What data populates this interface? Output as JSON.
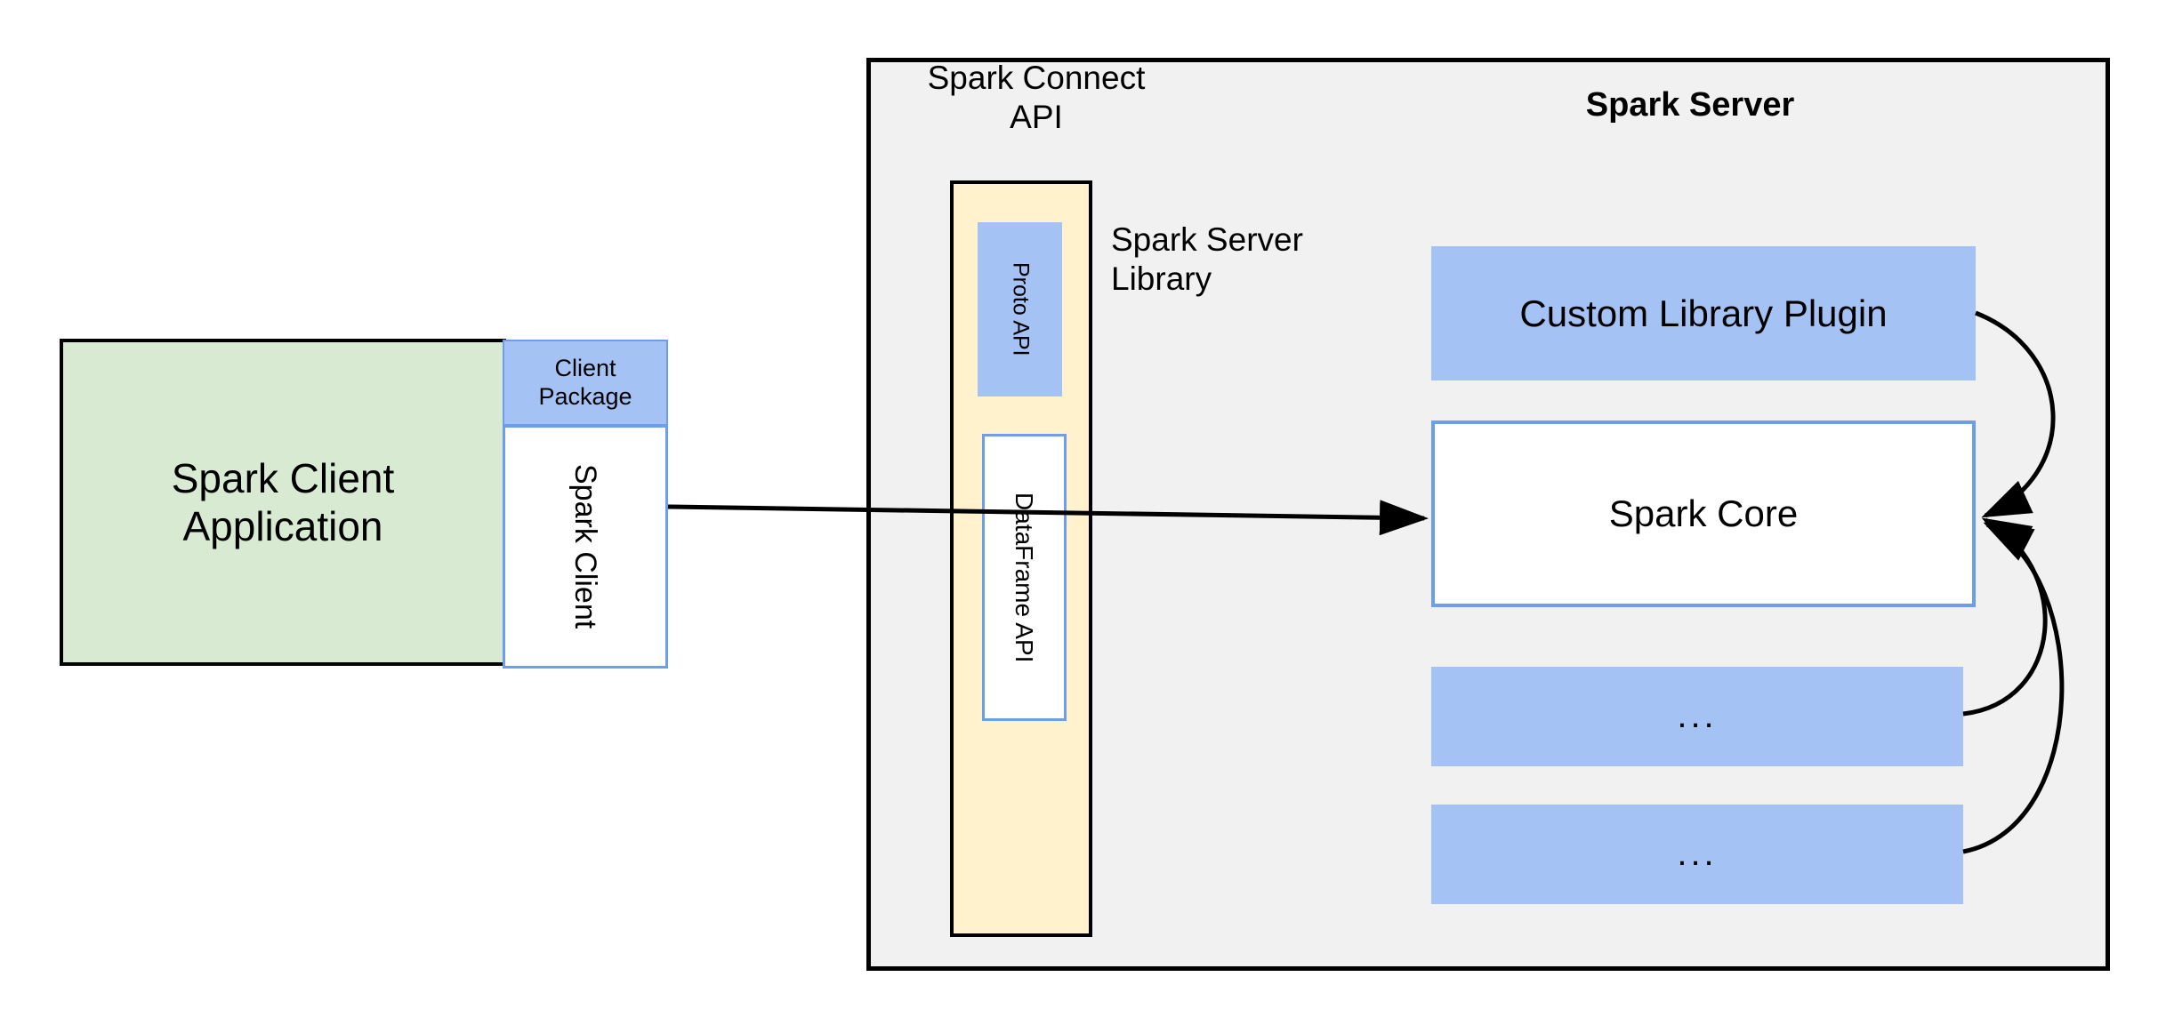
{
  "diagram": {
    "title": "Spark Connect architecture",
    "colors": {
      "client_app_fill": "#D9EAD3",
      "blue_fill": "#A4C2F4",
      "blue_stroke": "#6D9EEB",
      "connect_column_fill": "#FFF2CC",
      "server_fill": "#F1F1F1",
      "outline": "#000000",
      "white_fill": "#FFFFFF"
    }
  },
  "client": {
    "application_label": "Spark Client\nApplication",
    "package_label": "Client\nPackage",
    "client_label": "Spark Client"
  },
  "server": {
    "title": "Spark Server",
    "connect_api_label": "Spark Connect\nAPI",
    "server_library_label": "Spark Server\nLibrary",
    "connect_api": {
      "proto_api_label": "Proto API",
      "dataframe_api_label": "DataFrame API"
    },
    "components": [
      {
        "label": "Custom Library Plugin",
        "style": "blue-filled"
      },
      {
        "label": "Spark Core",
        "style": "white-outlined"
      },
      {
        "label": "...",
        "style": "blue-filled"
      },
      {
        "label": "...",
        "style": "blue-filled"
      }
    ]
  },
  "edges": [
    {
      "name": "client-to-core",
      "from": "Spark Client",
      "to": "Spark Core",
      "style": "straight-arrow"
    },
    {
      "name": "plugin-to-core",
      "from": "Custom Library Plugin",
      "to": "Spark Core",
      "style": "curved-arrow"
    },
    {
      "name": "ellipsis-one-to-core",
      "from": "...",
      "to": "Spark Core",
      "style": "curved-arrow"
    },
    {
      "name": "ellipsis-two-to-core",
      "from": "...",
      "to": "Spark Core",
      "style": "curved-arrow"
    }
  ]
}
